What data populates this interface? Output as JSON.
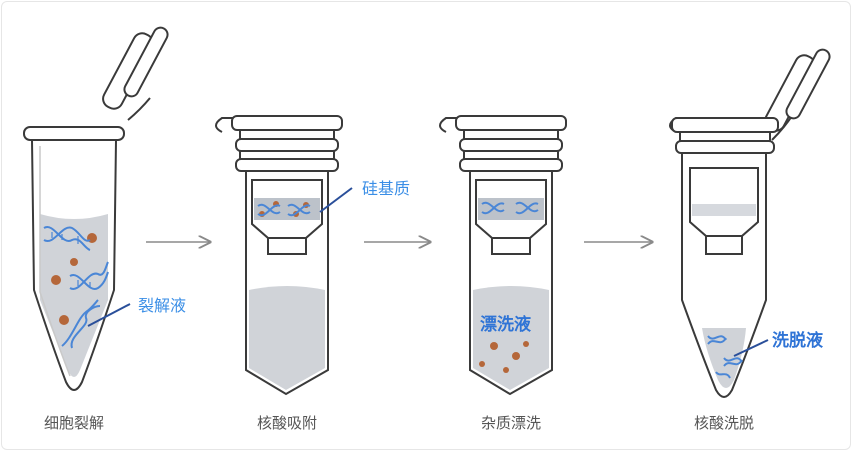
{
  "colors": {
    "outline": "#3a3a3a",
    "liquid": "#d0d3d8",
    "silica": "#bcc2ca",
    "dna": "#4a86d6",
    "debris": "#b5673a",
    "arrow": "#8a8a8a",
    "label_blue": "#3a8ee6",
    "label_blue_bold": "#2f74d6"
  },
  "steps": [
    {
      "caption": "细胞裂解"
    },
    {
      "caption": "核酸吸附"
    },
    {
      "caption": "杂质漂洗"
    },
    {
      "caption": "核酸洗脱"
    }
  ],
  "annotations": {
    "lysis_buffer": "裂解液",
    "silica_membrane": "硅基质",
    "wash_buffer": "漂洗液",
    "elution_buffer": "洗脱液"
  }
}
